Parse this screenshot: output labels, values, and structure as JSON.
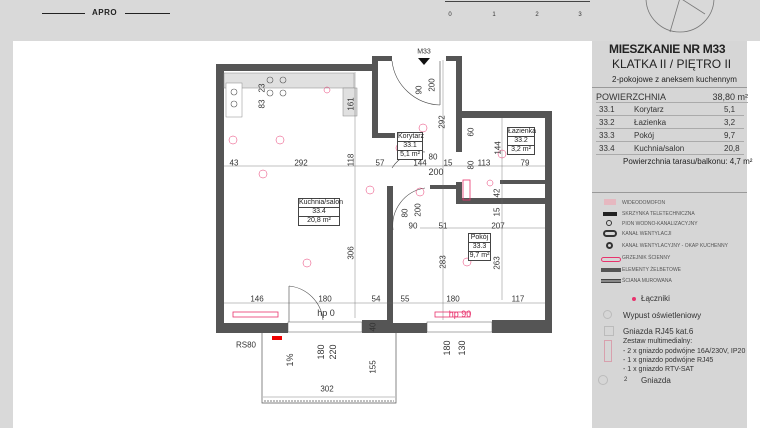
{
  "header": {
    "logo": "APRO",
    "scale_labels": [
      "0",
      "1",
      "2",
      "3"
    ]
  },
  "panel": {
    "title": "MIESZKANIE NR M33",
    "subtitle": "KLATKA II / PIĘTRO II",
    "description": "2-pokojowe z aneksem kuchennym",
    "area_label": "POWIERZCHNIA",
    "area_value": "38,80 m²",
    "rooms": [
      {
        "no": "33.1",
        "name": "Korytarz",
        "area": "5,1"
      },
      {
        "no": "33.2",
        "name": "Łazienka",
        "area": "3,2"
      },
      {
        "no": "33.3",
        "name": "Pokój",
        "area": "9,7"
      },
      {
        "no": "33.4",
        "name": "Kuchnia/salon",
        "area": "20,8"
      }
    ],
    "terrace": "Powierzchnia tarasu/balkonu: 4,7 m²"
  },
  "legend": {
    "items": [
      "WIDEODOMOFON",
      "SKRZYNKA TELETECHNICZNA",
      "PION WODNO-KANALIZACYJNY",
      "KANAŁ WENTYLACJI",
      "KANAŁ WENTYLACYJNY - OKAP KUCHENNY",
      "GRZEJNIK ŚCIENNY",
      "ELEMENTY ŻELBETOWE",
      "ŚCIANA MUROWANA"
    ],
    "switches": "Łączniki",
    "lighting": "Wypust oświetleniowy",
    "rj45": "Gniazda RJ45 kat.6",
    "multimedia": [
      "Zestaw multimedialny:",
      "- 2 x gniazdo podwójne 16A/230V, IP20",
      "- 1 x gniazdo podwójne RJ45",
      "- 1 x gniazdo RTV-SAT"
    ],
    "sockets": "Gniazda",
    "sockets_num": "2",
    "accent": "#e8336d"
  },
  "plan": {
    "entrance": "M33",
    "rooms": {
      "korytarz": [
        "Korytarz",
        "33.1",
        "5,1 m²"
      ],
      "lazienka": [
        "Łazienka",
        "33.2",
        "3,2 m²"
      ],
      "kuchnia": [
        "Kuchnia/salon",
        "33.4",
        "20,8 m²"
      ],
      "pokoj": [
        "Pokój",
        "33.3",
        "9,7 m²"
      ]
    },
    "dims": [
      "43",
      "292",
      "118",
      "57",
      "144",
      "80",
      "15",
      "80",
      "113",
      "79",
      "200",
      "23",
      "83",
      "161",
      "90",
      "200",
      "292",
      "60",
      "144",
      "42",
      "15",
      "80",
      "200",
      "90",
      "51",
      "207",
      "306",
      "283",
      "263",
      "146",
      "180",
      "54",
      "55",
      "180",
      "117",
      "hp 0",
      "hp 90",
      "40",
      "RS80",
      "180",
      "220",
      "155",
      "302",
      "1%",
      "180",
      "130"
    ]
  }
}
